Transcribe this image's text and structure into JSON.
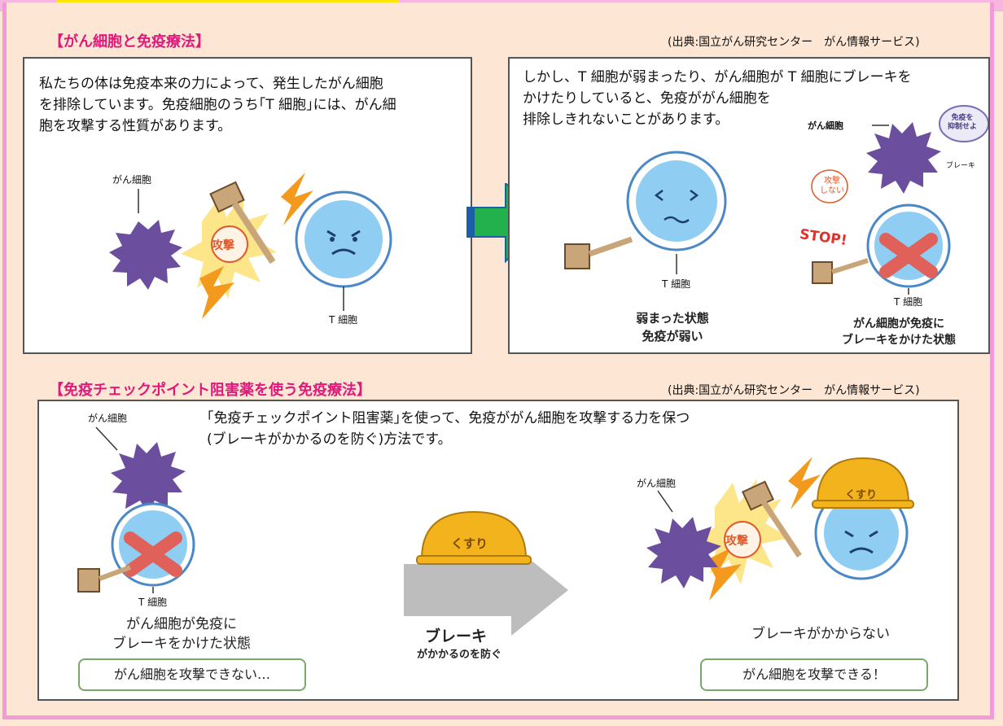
{
  "section1": {
    "title": "【がん細胞と免疫療法】",
    "source": "(出典:国立がん研究センター　がん情報サービス)",
    "left_panel": {
      "text_lines": [
        "私たちの体は免疫本来の力によって、発生したがん細胞",
        "を排除しています。免疫細胞のうち｢T 細胞｣には、がん細",
        "胞を攻撃する性質があります。"
      ],
      "cancer_label": "がん細胞",
      "attack_label": "攻撃",
      "tcell_label": "T 細胞"
    },
    "right_panel": {
      "text_lines": [
        "しかし、T 細胞が弱まったり、がん細胞が T 細胞にブレーキを",
        "かけたりしていると、免疫ががん細胞を",
        "排除しきれないことがあります。"
      ],
      "cancer_label": "がん細胞",
      "suppress_label": [
        "免疫を",
        "抑制せよ"
      ],
      "brake_label": "ブレーキ",
      "no_attack_label": [
        "攻撃",
        "しない"
      ],
      "stop_label": "STOP!",
      "tcell_label_1": "T 細胞",
      "tcell_label_2": "T 細胞",
      "caption_weak": [
        "弱まった状態",
        "免疫が弱い"
      ],
      "caption_brake": [
        "がん細胞が免疫に",
        "ブレーキをかけた状態"
      ]
    }
  },
  "section2": {
    "title": "【免疫チェックポイント阻害薬を使う免疫療法】",
    "source": "(出典:国立がん研究センター　がん情報サービス)",
    "text_lines": [
      "｢免疫チェックポイント阻害薬｣を使って、免疫ががん細胞を攻撃する力を保つ",
      "(ブレーキがかかるのを防ぐ)方法です。"
    ],
    "left": {
      "cancer_label": "がん細胞",
      "tcell_label": "T 細胞",
      "caption": [
        "がん細胞が免疫に",
        "ブレーキをかけた状態"
      ],
      "pill": "がん細胞を攻撃できない…"
    },
    "middle": {
      "helmet_label": "くすり",
      "arrow_bold": "ブレーキ",
      "arrow_sub": "がかかるのを防ぐ"
    },
    "right": {
      "cancer_label": "がん細胞",
      "helmet_label": "くすり",
      "attack_label": "攻撃",
      "caption": "ブレーキがかからない",
      "pill": "がん細胞を攻撃できる！"
    }
  },
  "colors": {
    "accent_pink": "#e0197b",
    "frame_pink": "#f39bd8",
    "background": "#fde6d3",
    "cancer_purple": "#6b4f9e",
    "tcell_blue": "#7cc3ee",
    "green_arrow": "#22b14c",
    "helmet_yellow": "#f2b31c"
  }
}
